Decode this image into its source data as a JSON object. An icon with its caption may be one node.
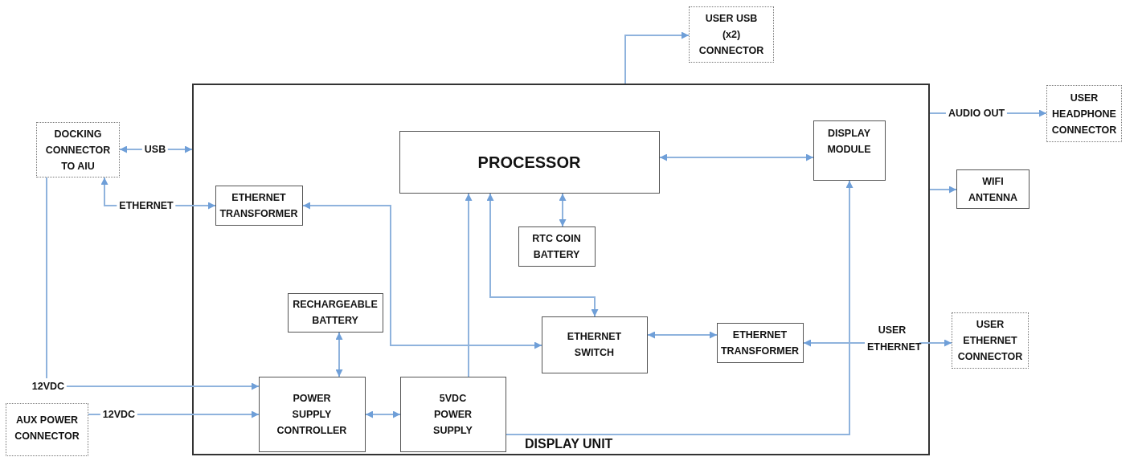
{
  "diagram": {
    "nodes": [
      {
        "text": [
          "DISPLAY UNIT"
        ]
      },
      {
        "text": [
          "PROCESSOR"
        ],
        "in": 0
      },
      {
        "text": [
          "DISPLAY MODULE"
        ],
        "in": 0
      },
      {
        "text": [
          "ETHERNET TRANSFORMER"
        ],
        "in": 0
      },
      {
        "text": [
          "RTC COIN BATTERY"
        ],
        "in": 0
      },
      {
        "text": [
          "RECHARGEABLE BATTERY"
        ],
        "in": 0
      },
      {
        "text": [
          "ETHERNET SWITCH"
        ],
        "in": 0
      },
      {
        "text": [
          "ETHERNET TRANSFORMER"
        ],
        "in": 0
      },
      {
        "text": [
          "POWER SUPPLY CONTROLLER"
        ],
        "in": 0
      },
      {
        "text": [
          "5VDC POWER SUPPLY"
        ],
        "in": 0
      },
      {
        "text": [
          "USER USB (x2) CONNECTOR"
        ]
      },
      {
        "text": [
          "USER HEADPHONE CONNECTOR"
        ]
      },
      {
        "text": [
          "DOCKING CONNECTOR TO AIU"
        ]
      },
      {
        "text": [
          "WIFI ANTENNA"
        ]
      },
      {
        "text": [
          "USER ETHERNET CONNECTOR"
        ]
      },
      {
        "text": [
          "AUX POWER CONNECTOR"
        ]
      }
    ],
    "edges": [
      {
        "from": 12,
        "to": 0,
        "arrow": "both",
        "label": "USB"
      },
      {
        "from": 3,
        "to": 12,
        "arrow": "both",
        "label": "ETHERNET"
      },
      {
        "from": 12,
        "to": 8,
        "arrow": "to",
        "label": "12VDC"
      },
      {
        "from": 15,
        "to": 8,
        "arrow": "to",
        "label": "12VDC"
      },
      {
        "from": 0,
        "to": 10,
        "arrow": "to"
      },
      {
        "from": 0,
        "to": 11,
        "arrow": "to",
        "label": "AUDIO OUT"
      },
      {
        "from": 0,
        "to": 13,
        "arrow": "to"
      },
      {
        "from": 7,
        "to": 14,
        "arrow": "both",
        "label": "USER ETHERNET"
      },
      {
        "from": 1,
        "to": 2,
        "arrow": "both"
      },
      {
        "from": 1,
        "to": 4,
        "arrow": "both"
      },
      {
        "from": 9,
        "to": 1,
        "arrow": "to"
      },
      {
        "from": 1,
        "to": 6,
        "arrow": "both"
      },
      {
        "from": 3,
        "to": 6,
        "arrow": "both"
      },
      {
        "from": 6,
        "to": 7,
        "arrow": "both"
      },
      {
        "from": 5,
        "to": 8,
        "arrow": "both"
      },
      {
        "from": 8,
        "to": 9,
        "arrow": "both"
      },
      {
        "from": 9,
        "to": 2,
        "arrow": "to"
      }
    ]
  }
}
